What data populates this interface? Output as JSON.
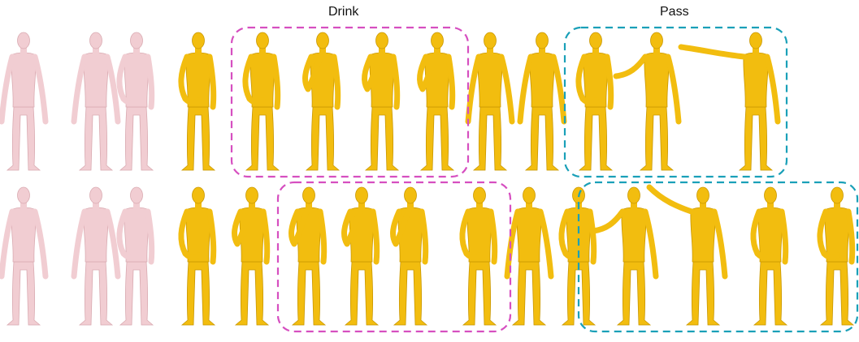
{
  "labels": {
    "drink": "Drink",
    "pass": "Pass"
  },
  "colors": {
    "history_pose": "#f1cdd2",
    "history_pose_shade": "#d9aab1",
    "generated_pose": "#f2bd0f",
    "generated_pose_shade": "#c99700",
    "drink_box": "#d64fc0",
    "pass_box": "#1aa0b8"
  },
  "rows": [
    {
      "name": "row-1",
      "figures": [
        {
          "kind": "history",
          "pose": "neutral"
        },
        {
          "kind": "history",
          "pose": "neutral"
        },
        {
          "kind": "history",
          "pose": "hand-chest"
        },
        {
          "kind": "generated",
          "pose": "hand-chest"
        },
        {
          "kind": "generated",
          "pose": "hand-chest",
          "group": "drink"
        },
        {
          "kind": "generated",
          "pose": "hand-face",
          "group": "drink"
        },
        {
          "kind": "generated",
          "pose": "hand-face",
          "group": "drink"
        },
        {
          "kind": "generated",
          "pose": "hand-face",
          "group": "drink"
        },
        {
          "kind": "generated",
          "pose": "neutral"
        },
        {
          "kind": "generated",
          "pose": "neutral"
        },
        {
          "kind": "generated",
          "pose": "hand-chest",
          "group": "pass"
        },
        {
          "kind": "generated",
          "pose": "arm-forward",
          "group": "pass"
        },
        {
          "kind": "generated",
          "pose": "arm-extended",
          "group": "pass"
        }
      ]
    },
    {
      "name": "row-2",
      "figures": [
        {
          "kind": "history",
          "pose": "neutral"
        },
        {
          "kind": "history",
          "pose": "neutral"
        },
        {
          "kind": "history",
          "pose": "hand-chest"
        },
        {
          "kind": "generated",
          "pose": "hand-chest"
        },
        {
          "kind": "generated",
          "pose": "hand-face"
        },
        {
          "kind": "generated",
          "pose": "hand-face",
          "group": "drink"
        },
        {
          "kind": "generated",
          "pose": "hand-face",
          "group": "drink"
        },
        {
          "kind": "generated",
          "pose": "hand-face",
          "group": "drink"
        },
        {
          "kind": "generated",
          "pose": "hand-chest",
          "group": "drink"
        },
        {
          "kind": "generated",
          "pose": "neutral"
        },
        {
          "kind": "generated",
          "pose": "hand-chest"
        },
        {
          "kind": "generated",
          "pose": "arm-forward",
          "group": "pass"
        },
        {
          "kind": "generated",
          "pose": "arm-raised",
          "group": "pass"
        },
        {
          "kind": "generated",
          "pose": "hand-chest",
          "group": "pass"
        },
        {
          "kind": "generated",
          "pose": "hand-chest",
          "group": "pass"
        }
      ]
    }
  ]
}
